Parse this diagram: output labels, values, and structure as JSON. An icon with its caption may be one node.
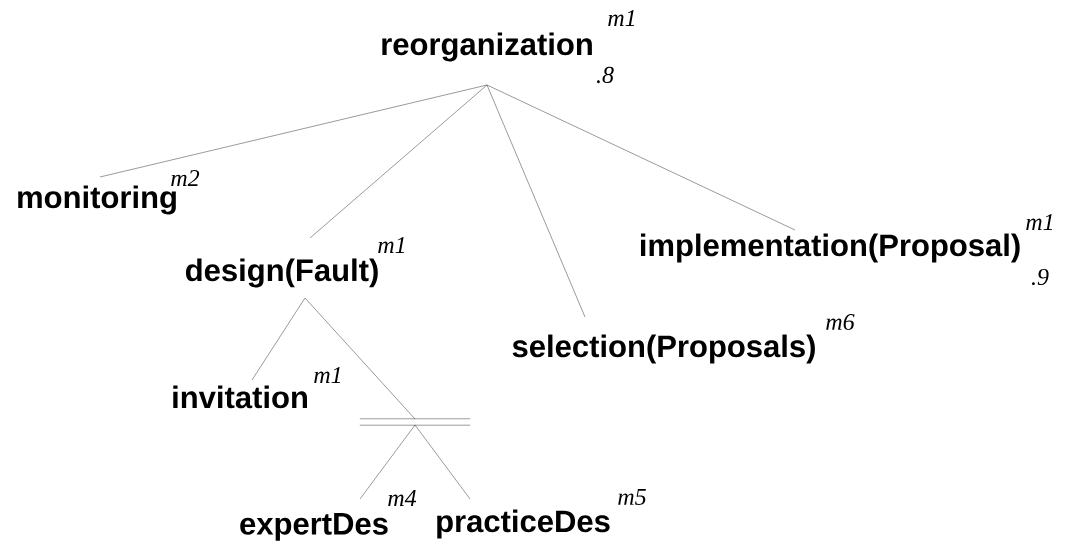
{
  "diagram": {
    "nodes": [
      {
        "text": [
          "reorganization"
        ],
        "beside": [
          "m1",
          ".8"
        ]
      },
      {
        "text": [
          "monitoring"
        ],
        "beside": [
          "m2"
        ]
      },
      {
        "text": [
          "design(Fault)"
        ],
        "beside": [
          "m1"
        ]
      },
      {
        "text": [
          "selection(Proposals)"
        ],
        "beside": [
          "m6"
        ]
      },
      {
        "text": [
          "implementation(Proposal)"
        ],
        "beside": [
          "m1",
          ".9"
        ]
      },
      {
        "text": [
          "invitation"
        ],
        "beside": [
          "m1"
        ]
      },
      {
        "text": [],
        "shape": "bar"
      },
      {
        "text": [
          "expertDes"
        ],
        "beside": [
          "m4"
        ]
      },
      {
        "text": [
          "practiceDes"
        ],
        "beside": [
          "m5"
        ]
      }
    ],
    "edges": [
      {
        "from": 0,
        "to": 1,
        "arrow": "none"
      },
      {
        "from": 0,
        "to": 2,
        "arrow": "none"
      },
      {
        "from": 0,
        "to": 3,
        "arrow": "none"
      },
      {
        "from": 0,
        "to": 4,
        "arrow": "none"
      },
      {
        "from": 2,
        "to": 5,
        "arrow": "none"
      },
      {
        "from": 2,
        "to": 6,
        "arrow": "none"
      },
      {
        "from": 6,
        "to": 7,
        "arrow": "none"
      },
      {
        "from": 6,
        "to": 8,
        "arrow": "none"
      }
    ]
  }
}
